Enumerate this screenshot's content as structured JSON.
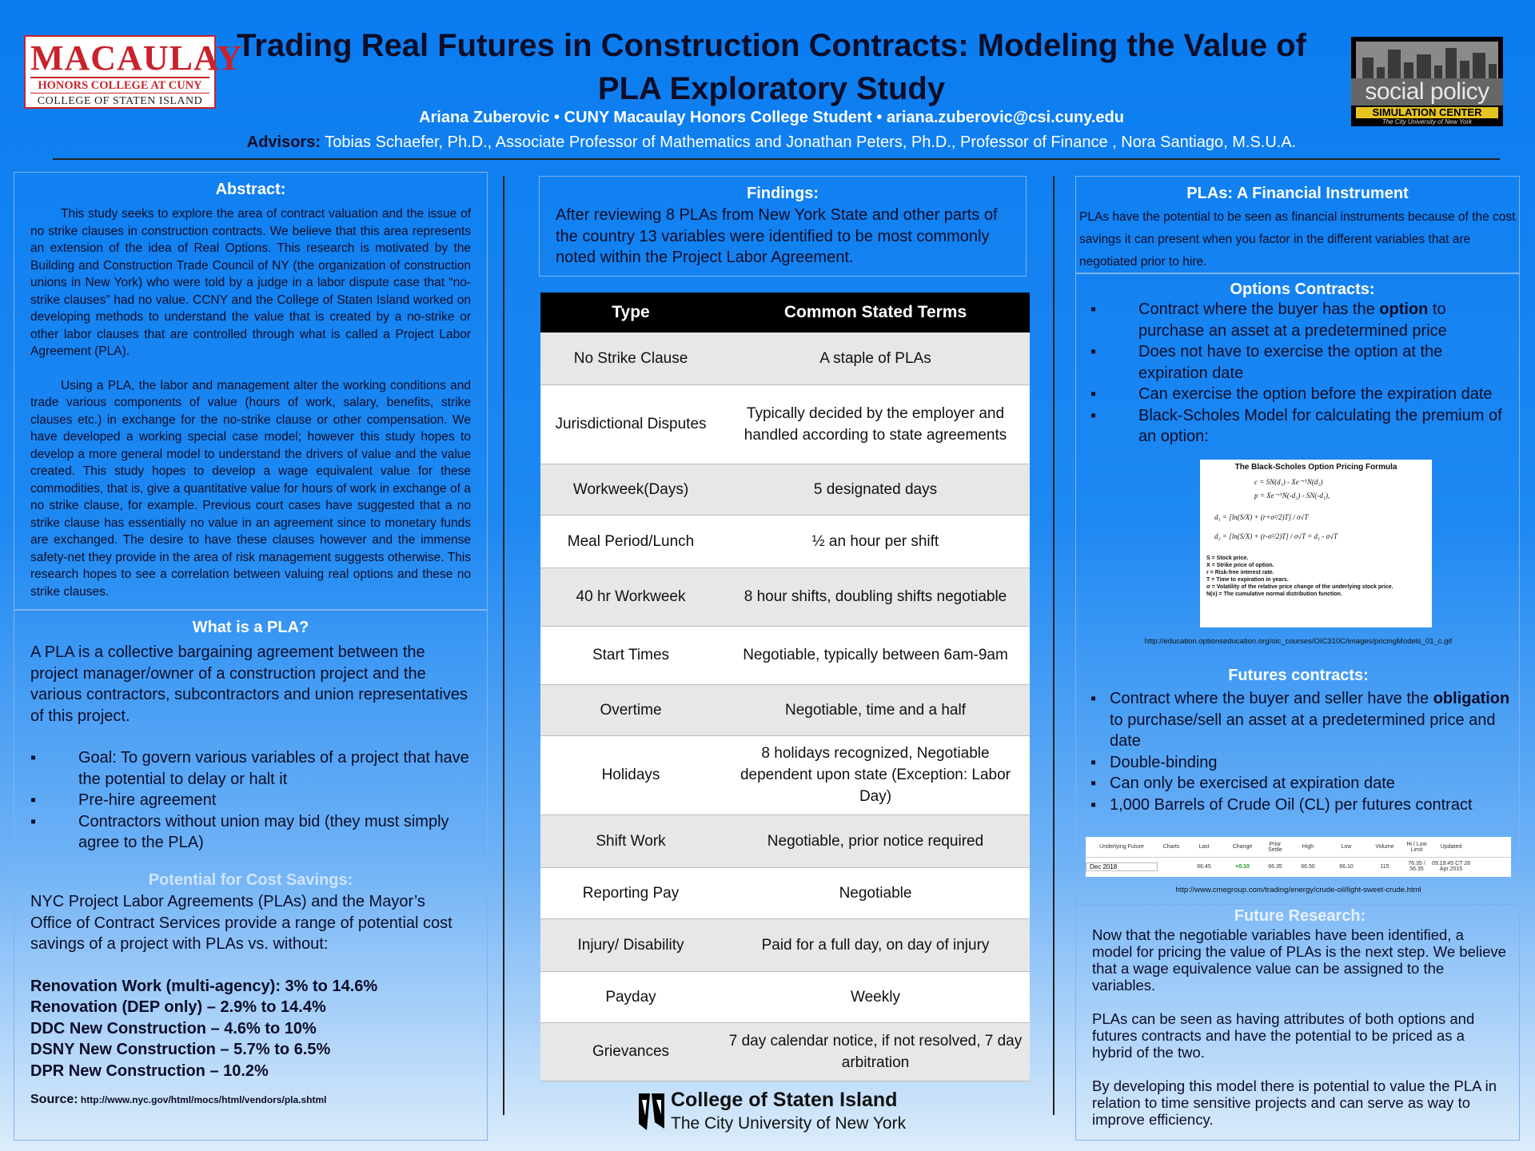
{
  "header": {
    "logo_left": {
      "line1": "MACAULAY",
      "line2": "HONORS COLLEGE AT CUNY",
      "line3": "COLLEGE OF STATEN ISLAND"
    },
    "title": "Trading Real Futures in Construction Contracts: Modeling the Value of PLA Exploratory Study",
    "authors": "Ariana Zuberovic •  CUNY Macaulay Honors College Student  •  ariana.zuberovic@csi.cuny.edu",
    "advisors_label": "Advisors:",
    "advisors_text": " Tobias Schaefer, Ph.D.,  Associate Professor of Mathematics and Jonathan Peters,  Ph.D., Professor of Finance , Nora Santiago, M.S.U.A.",
    "logo_right": {
      "brand": "social policy",
      "sub": "SIMULATION CENTER",
      "sub2": "The City University of New York"
    }
  },
  "abstract": {
    "title": "Abstract:",
    "p1": "This study seeks to explore the area of contract valuation and the issue of no strike clauses in construction contracts. We believe that this area represents an extension of the idea of Real Options. This research is motivated by the Building and Construction Trade Council of NY (the organization of construction unions in New York) who were told by a judge in a labor dispute case that “no-strike clauses” had no value. CCNY and the College of Staten Island worked on developing methods to understand the value that is created by a no-strike or other labor clauses that are controlled through what is called a Project Labor Agreement (PLA).",
    "p2": "Using a PLA, the labor and management alter the working conditions and trade various components of value (hours of work, salary, benefits, strike clauses etc.) in exchange for the no-strike clause or other compensation. We have developed a working special case model; however this study hopes to develop a more general model to understand the drivers of value and the value created. This study hopes to develop a wage equivalent value for these commodities, that is, give a quantitative value for hours of work in exchange of a no strike clause, for example. Previous court cases have suggested that a no strike clause has essentially no value in an agreement since to monetary funds are exchanged. The desire to have these clauses however and the immense safety-net they provide in the area of risk management suggests otherwise. This research hopes to see a correlation between valuing real options and these no strike clauses."
  },
  "what_pla": {
    "title": "What is a PLA?",
    "text": "A PLA is a collective bargaining agreement between the project manager/owner of a construction project and the various contractors, subcontractors and union representatives of this project.",
    "bullets": [
      "Goal: To  govern various variables of a project that have the potential to delay or halt it",
      "Pre-hire agreement",
      "Contractors without union may bid (they must simply agree to the PLA)"
    ]
  },
  "cost_savings": {
    "title": "Potential for Cost Savings:",
    "text": "NYC Project Labor Agreements (PLAs) and the Mayor’s Office of Contract Services provide a range of potential cost savings of a project with PLAs vs. without:",
    "items": [
      "Renovation Work (multi-agency): 3% to 14.6%",
      "Renovation (DEP only) – 2.9% to 14.4%",
      "DDC New Construction – 4.6% to 10%",
      "DSNY New Construction – 5.7% to 6.5%",
      "DPR New Construction – 10.2%"
    ],
    "source_label": "Source:",
    "source_url": " http://www.nyc.gov/html/mocs/html/vendors/pla.shtml"
  },
  "findings": {
    "title": "Findings:",
    "text": "After reviewing 8 PLAs from New York State and other parts of the country 13 variables were identified to be most commonly noted within the Project Labor Agreement."
  },
  "terms_table": {
    "headers": [
      "Type",
      "Common Stated Terms"
    ],
    "rows": [
      [
        "No Strike Clause",
        "A staple of PLAs"
      ],
      [
        "Jurisdictional Disputes",
        "Typically decided by the employer and handled according to state agreements"
      ],
      [
        "Workweek(Days)",
        "5 designated days"
      ],
      [
        "Meal Period/Lunch",
        "½ an hour per shift"
      ],
      [
        "40 hr Workweek",
        "8 hour shifts, doubling shifts negotiable"
      ],
      [
        "Start Times",
        "Negotiable, typically between 6am-9am"
      ],
      [
        "Overtime",
        "Negotiable, time and a half"
      ],
      [
        "Holidays",
        "8 holidays recognized, Negotiable dependent upon state (Exception: Labor Day)"
      ],
      [
        "Shift Work",
        "Negotiable, prior notice required"
      ],
      [
        "Reporting Pay",
        "Negotiable"
      ],
      [
        "Injury/ Disability",
        "Paid for a full day, on day of injury"
      ],
      [
        "Payday",
        "Weekly"
      ],
      [
        "Grievances",
        "7 day calendar notice, if not resolved, 7 day arbitration"
      ]
    ]
  },
  "footer_logo": {
    "line1": "College of Staten Island",
    "line2": "The City University of New York"
  },
  "pla_financial": {
    "title": "PLAs: A Financial Instrument",
    "text": "PLAs have the potential to be seen as financial instruments because of the cost savings it can present when you factor in the different variables that are negotiated prior to hire."
  },
  "options": {
    "title": "Options Contracts:",
    "b1_pre": "Contract where the buyer has the ",
    "b1_bold": "option",
    "b1_post": " to purchase an asset at a predetermined price",
    "b2": "Does not have to exercise the option at the expiration date",
    "b3": "Can exercise the option before the expiration date",
    "b4": "Black-Scholes Model for calculating the premium of an option:",
    "bs_title": "The Black-Scholes Option Pricing Formula",
    "bs_c": "c = SN(d₁) - Xe⁻ʳᵀN(d₂)",
    "bs_p": "p = Xe⁻ʳᵀN(-d₂) - SN(-d₁),",
    "bs_d1": "d₁ = [ln(S/X) + (r+σ²/2)T] / σ√T",
    "bs_d2": "d₂ = [ln(S/X) + (r-σ²/2)T] / σ√T = d₁ - σ√T",
    "bs_legend": [
      "S = Stock price.",
      "X = Strike price of option.",
      "r = Risk-free interest rate.",
      "T = Time to expiration in years.",
      "σ = Volatility of the relative price change of the underlying stock price.",
      "N(x) = The cumulative normal distribution function."
    ],
    "bs_url": "http://education.optionseducation.org/oic_courses/OIC310C/images/pricingModels_01_c.gif"
  },
  "futures": {
    "title": "Futures contracts:",
    "b1_pre": "Contract where the buyer and seller have the ",
    "b1_bold": "obligation",
    "b1_post": " to purchase/sell an asset at a predetermined price and date",
    "b2": "Double-binding",
    "b3": "Can only be exercised at expiration date",
    "b4": "1,000 Barrels of Crude Oil (CL) per futures contract",
    "table_headers": [
      "Underlying Future",
      "Charts",
      "Last",
      "Change",
      "Prior Settle",
      "High",
      "Low",
      "Volume",
      "Hi / Low Limit",
      "Updated"
    ],
    "table_row": [
      "Dec 2018",
      "",
      "66.45",
      "+0.10",
      "66.35",
      "66.50",
      "66.10",
      "115",
      "76.35 / 56.35",
      "09:19:45 CT 28 Apr 2015"
    ],
    "url": "http://www.cmegroup.com/trading/energy/crude-oil/light-sweet-crude.html"
  },
  "future_research": {
    "title": "Future Research:",
    "p1": "Now that the negotiable variables have been identified, a model for pricing the value of PLAs is the next step. We believe that a wage equivalence value can be assigned to the variables.",
    "p2": "PLAs can be seen as having attributes of both options and futures contracts and have the potential to be priced as a hybrid of the two.",
    "p3": "By  developing this model there is potential to value the PLA in relation to time sensitive projects and can serve as way to improve efficiency."
  }
}
